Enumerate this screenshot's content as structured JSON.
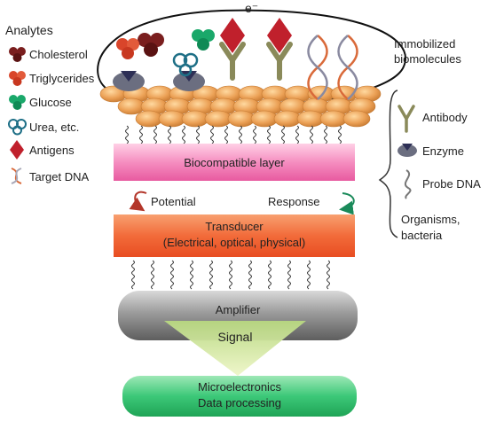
{
  "analytes": {
    "heading": "Analytes",
    "items": [
      {
        "label": "Cholesterol",
        "icon": "cholesterol-icon",
        "color": "#7a1e1e"
      },
      {
        "label": "Triglycerides",
        "icon": "triglycerides-icon",
        "color": "#d9452a"
      },
      {
        "label": "Glucose",
        "icon": "glucose-icon",
        "color": "#1aa86a"
      },
      {
        "label": "Urea, etc.",
        "icon": "urea-icon",
        "color": "#1e6f86"
      },
      {
        "label": "Antigens",
        "icon": "antigen-diamond-icon",
        "color": "#c0202c"
      },
      {
        "label": "Target DNA",
        "icon": "dna-strand-icon",
        "color": "#d96a3a"
      }
    ]
  },
  "electron_label": "e⁻",
  "immobilized": {
    "heading_line1": "Immobilized",
    "heading_line2": "biomolecules",
    "items": [
      {
        "label": "Antibody",
        "icon": "antibody-y-icon"
      },
      {
        "label": "Enzyme",
        "icon": "enzyme-icon"
      },
      {
        "label": "Probe DNA",
        "icon": "probe-dna-icon"
      },
      {
        "label_line1": "Organisms,",
        "label_line2": "bacteria"
      }
    ]
  },
  "layers": {
    "biocompatible": "Biocompatible layer",
    "potential": "Potential",
    "response": "Response",
    "transducer_line1": "Transducer",
    "transducer_line2": "(Electrical, optical, physical)",
    "amplifier": "Amplifier",
    "signal": "Signal",
    "micro_line1": "Microelectronics",
    "micro_line2": "Data processing"
  },
  "colors": {
    "pink_layer": "#f28bbf",
    "transducer": "#f26b3a",
    "amplifier": "#8a8a8a",
    "microelectronics": "#2dbf6a",
    "signal_cone": "#c9e08a",
    "nanoparticles": "#e8a050",
    "antigen_red": "#c0202c"
  }
}
